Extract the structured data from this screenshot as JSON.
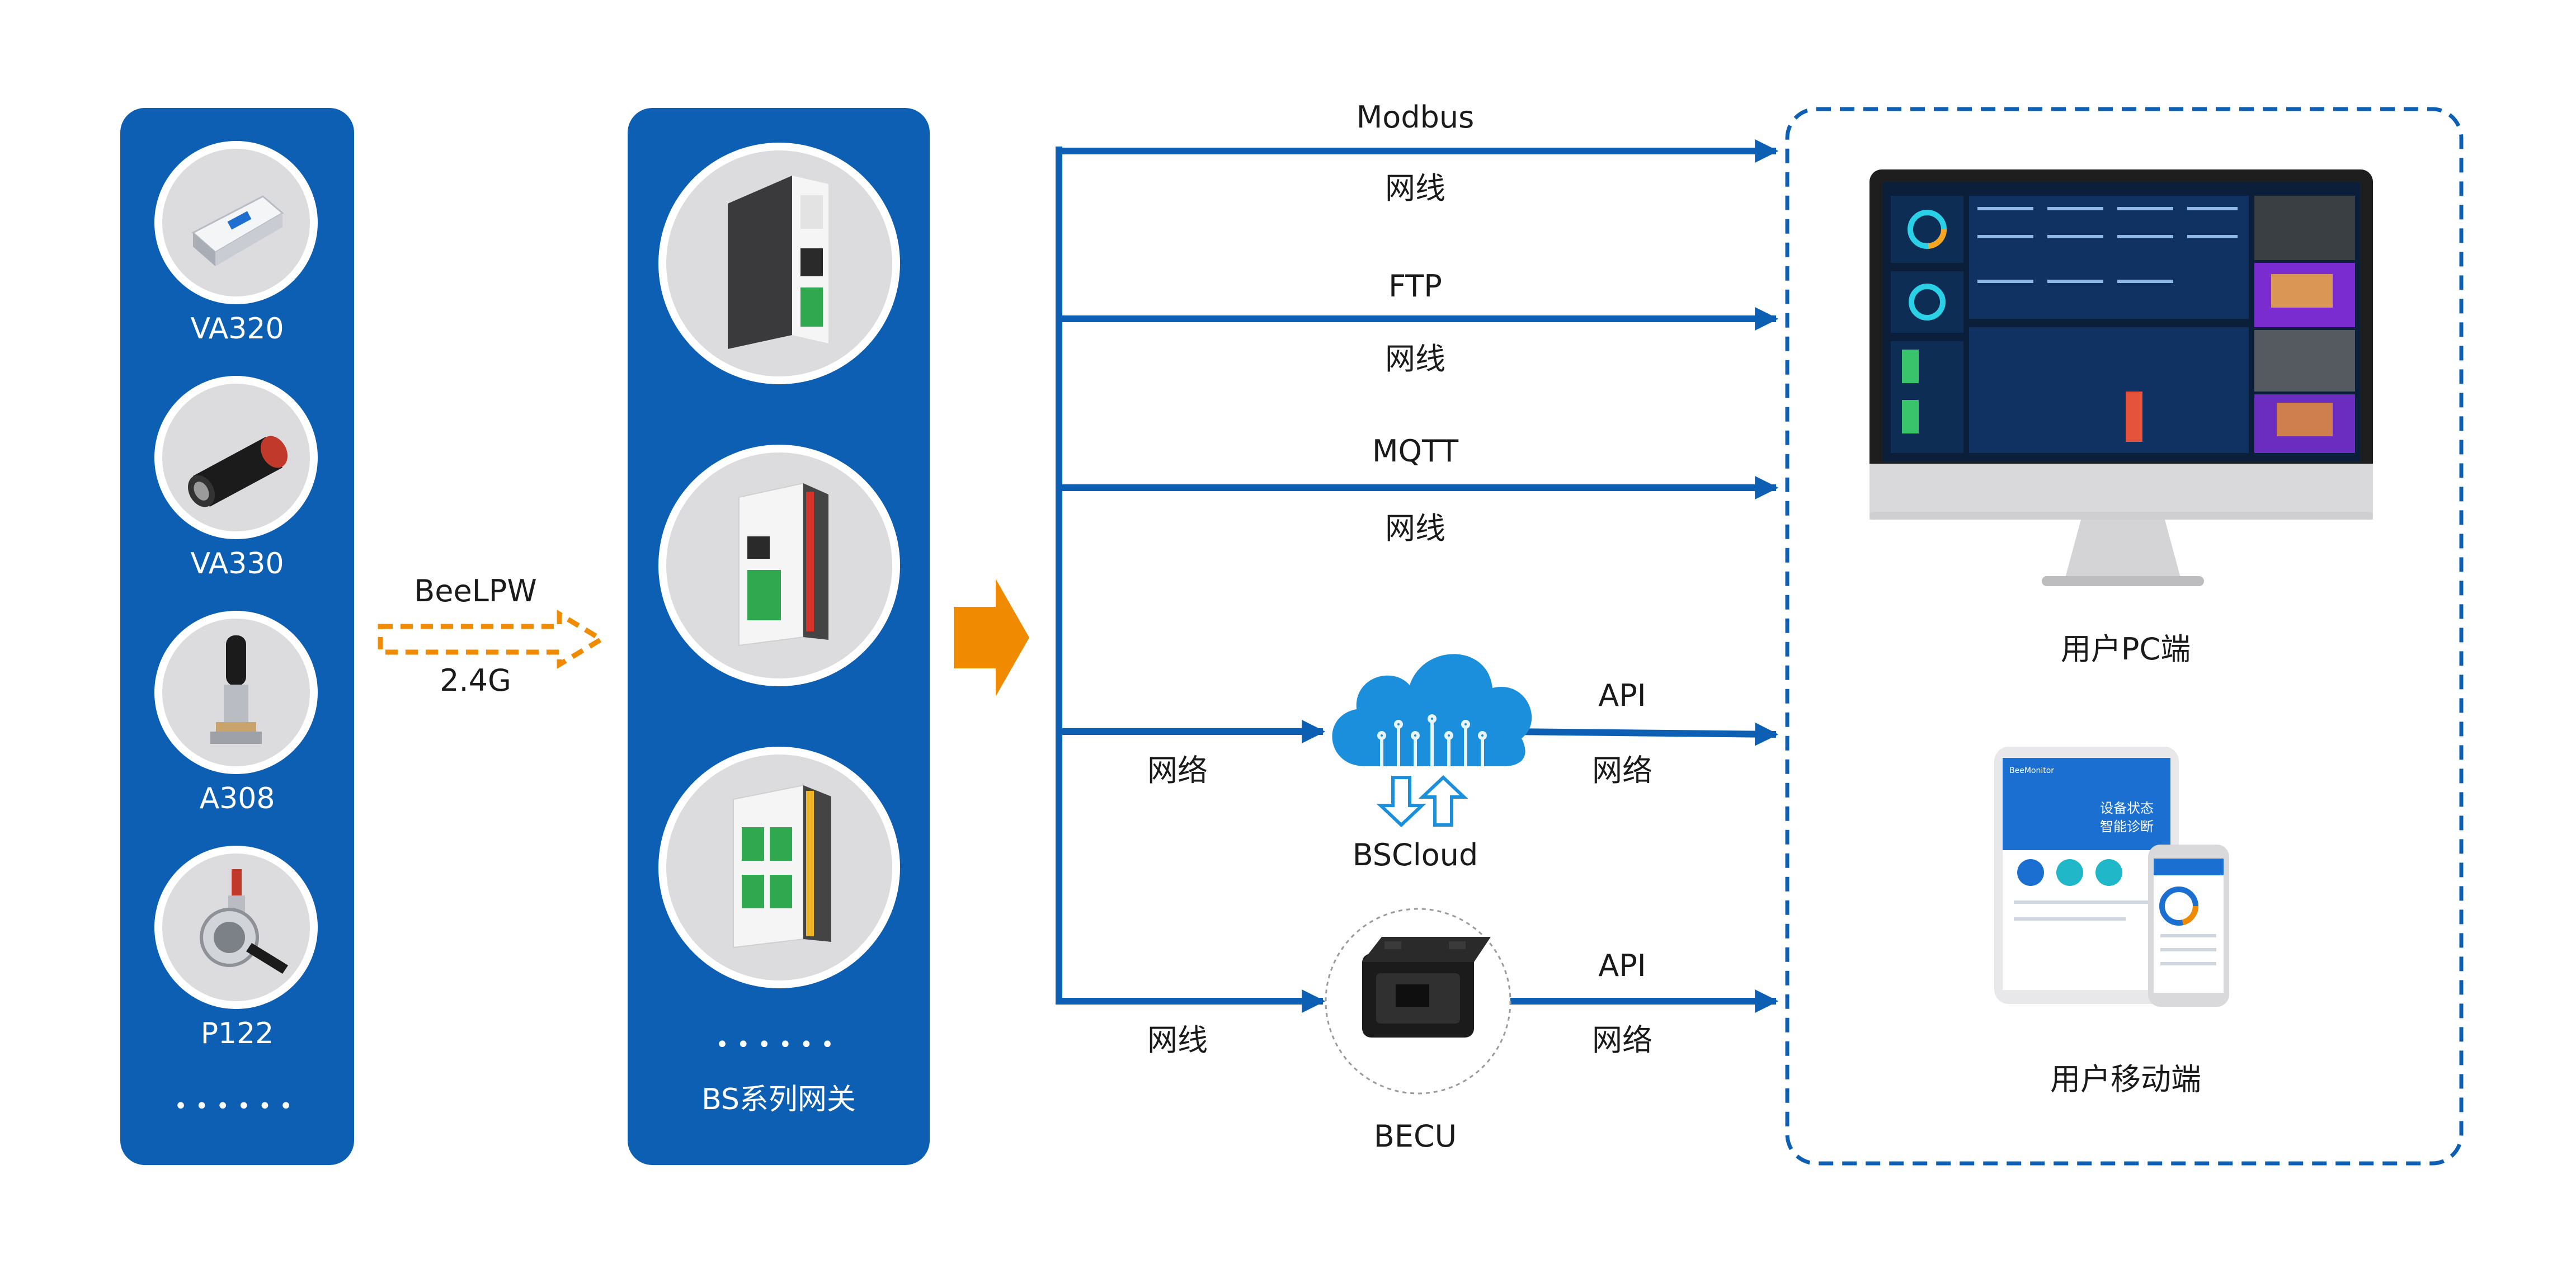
{
  "sensors": {
    "items": [
      {
        "label": "VA320",
        "icon": "vibration-sensor-icon"
      },
      {
        "label": "VA330",
        "icon": "cylinder-sensor-icon"
      },
      {
        "label": "A308",
        "icon": "antenna-sensor-icon"
      },
      {
        "label": "P122",
        "icon": "pressure-sensor-icon"
      }
    ],
    "more": "••••••"
  },
  "wireless": {
    "protocol": "BeeLPW",
    "band": "2.4G"
  },
  "gateways": {
    "label": "BS系列网关",
    "more": "••••••"
  },
  "protocols": {
    "modbus": {
      "name": "Modbus",
      "medium": "网线"
    },
    "ftp": {
      "name": "FTP",
      "medium": "网线"
    },
    "mqtt": {
      "name": "MQTT",
      "medium": "网线"
    }
  },
  "cloud": {
    "name": "BSCloud",
    "in_medium": "网络",
    "out_api": "API",
    "out_medium": "网络"
  },
  "ecu": {
    "name": "BECU",
    "in_medium": "网线",
    "out_api": "API",
    "out_medium": "网络"
  },
  "clients": {
    "pc": {
      "label": "用户PC端"
    },
    "mobile": {
      "label": "用户移动端",
      "tablet_app": "BeeMonitor",
      "tablet_banner_1": "设备状态",
      "tablet_banner_2": "智能诊断"
    }
  },
  "colors": {
    "brand_blue": "#0c5fb2",
    "arrow_orange": "#f08a00",
    "line_blue": "#0c5fb2"
  }
}
